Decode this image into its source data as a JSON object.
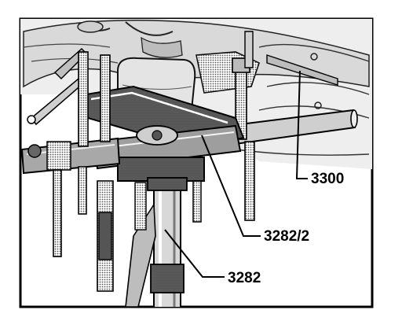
{
  "callouts": {
    "tool_3300": "3300",
    "tool_3282_2": "3282/2",
    "tool_3282": "3282"
  },
  "colors": {
    "frame": "#000000",
    "ink": "#111111",
    "halftone": "#9a9a9a",
    "light_tone": "#d6d6d6",
    "background": "#ffffff"
  }
}
